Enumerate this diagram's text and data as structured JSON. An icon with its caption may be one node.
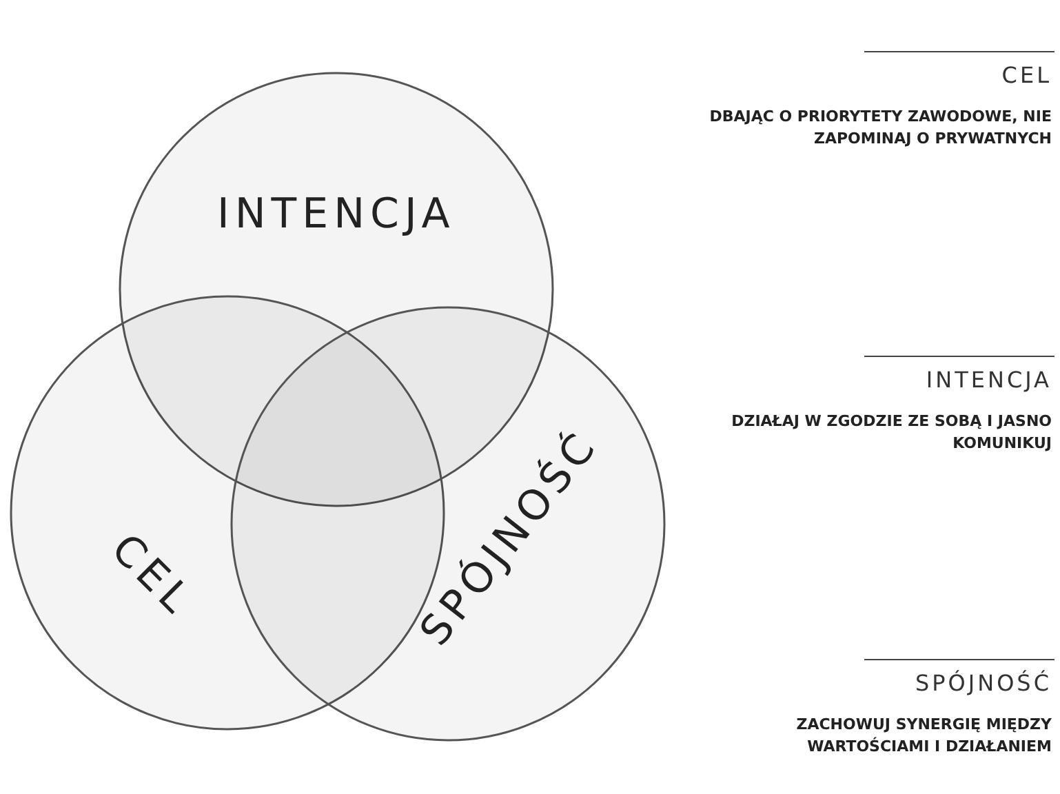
{
  "diagram": {
    "nodes": [
      {
        "text": [
          "INTENCJA"
        ]
      },
      {
        "text": [
          "CEL"
        ]
      },
      {
        "text": [
          "SPÓJNOŚĆ"
        ]
      }
    ],
    "labels": [
      "CEL",
      "DBAJĄC O PRIORYTETY ZAWODOWE, NIE ZAPOMINAJ O PRYWATNYCH",
      "INTENCJA",
      "DZIAŁAJ W ZGODZIE ZE SOBĄ I JASNO KOMUNIKUJ",
      "SPÓJNOŚĆ",
      "ZACHOWUJ SYNERGIĘ MIĘDZY WARTOŚCIAMI I DZIAŁANIEM"
    ]
  }
}
